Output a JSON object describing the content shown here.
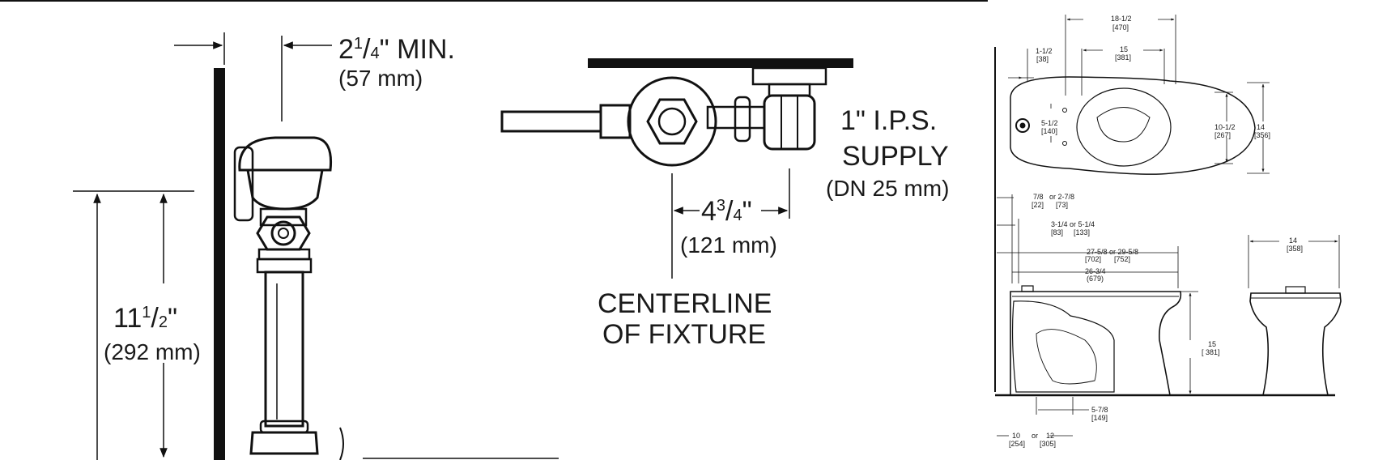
{
  "left_panel": {
    "min_clearance_main": "2",
    "min_clearance_frac_num": "1",
    "min_clearance_frac_den": "4",
    "min_clearance_suffix": "\" MIN.",
    "min_clearance_mm": "(57 mm)",
    "height_main": "11",
    "height_frac_num": "1",
    "height_frac_den": "2",
    "height_suffix": "\"",
    "height_mm": "(292 mm)"
  },
  "middle_panel": {
    "supply_line1": "1\" I.P.S.",
    "supply_line2": "SUPPLY",
    "supply_line3": "(DN 25 mm)",
    "offset_main": "4",
    "offset_frac_num": "3",
    "offset_frac_den": "4",
    "offset_suffix": "\"",
    "offset_mm": "(121 mm)",
    "centerline_line1": "CENTERLINE",
    "centerline_line2": "OF FIXTURE"
  },
  "right_panel": {
    "top_view": {
      "overall_length": "18-1/2",
      "overall_length_mm": "[470]",
      "bowl_length": "15",
      "bowl_length_mm": "[381]",
      "rear_offset": "1-1/2",
      "rear_offset_mm": "[38]",
      "bolt_spacing": "5-1/2",
      "bolt_spacing_mm": "[140]",
      "bowl_width": "10-1/2",
      "bowl_width_mm": "[267]",
      "overall_width": "14",
      "overall_width_mm": "[356]"
    },
    "side_view": {
      "d1": "7/8",
      "d1_alt": "or 2-7/8",
      "d1_mm": "[22]",
      "d1_alt_mm": "[73]",
      "d2": "3-1/4 or 5-1/4",
      "d2_mm": "[83]",
      "d2_alt_mm": "[133]",
      "d3": "27-5/8 or 29-5/8",
      "d3_mm": "[702]",
      "d3_alt_mm": "[752]",
      "d4": "26-3/4",
      "d4_mm": "(679)",
      "height": "15",
      "height_mm": "[ 381]",
      "base": "5-7/8",
      "base_mm": "[149]",
      "rough_in": "10",
      "rough_in_or": "or",
      "rough_in_alt": "12",
      "rough_in_mm": "[254]",
      "rough_in_alt_mm": "[305]"
    },
    "front_view": {
      "width": "14",
      "width_mm": "[358]"
    }
  }
}
